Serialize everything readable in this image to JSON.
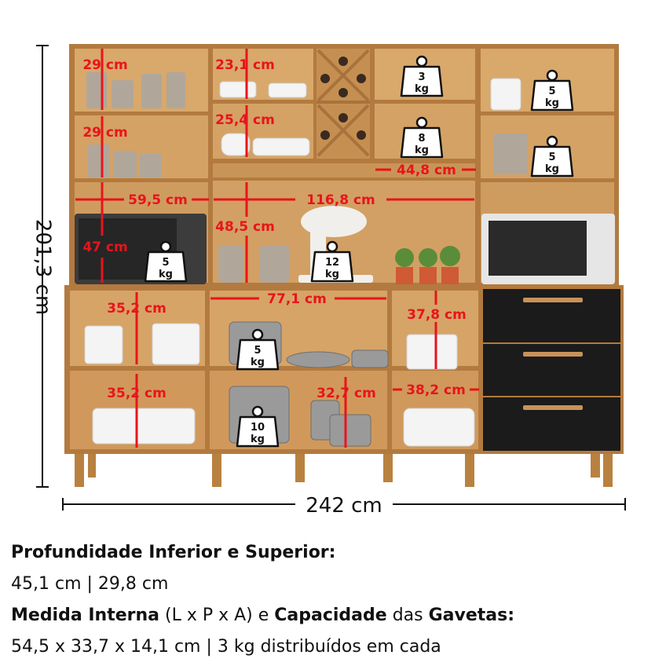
{
  "overall": {
    "height": "201,3 cm",
    "width": "242 cm"
  },
  "dimensions": {
    "d29a": "29 cm",
    "d231": "23,1 cm",
    "d29b": "29 cm",
    "d254": "25,4 cm",
    "d448": "44,8 cm",
    "d595": "59,5 cm",
    "d1168": "116,8 cm",
    "d485": "48,5 cm",
    "d47": "47 cm",
    "d352a": "35,2 cm",
    "d771": "77,1 cm",
    "d378": "37,8 cm",
    "d352b": "35,2 cm",
    "d327": "32,7 cm",
    "d382": "38,2 cm"
  },
  "weights": {
    "w3": {
      "num": "3",
      "unit": "kg"
    },
    "w5top": {
      "num": "5",
      "unit": "kg"
    },
    "w8": {
      "num": "8",
      "unit": "kg"
    },
    "w5mid": {
      "num": "5",
      "unit": "kg"
    },
    "w5micro": {
      "num": "5",
      "unit": "kg"
    },
    "w12": {
      "num": "12",
      "unit": "kg"
    },
    "w5low": {
      "num": "5",
      "unit": "kg"
    },
    "w10": {
      "num": "10",
      "unit": "kg"
    }
  },
  "info": {
    "depth_title": "Profundidade Inferior e Superior:",
    "depth_values": "45,1 cm | 29,8 cm",
    "measure_bold1": "Medida Interna",
    "measure_normal1": " (L x P x A)  e ",
    "measure_bold2": "Capacidade",
    "measure_normal2": " das ",
    "measure_bold3": "Gavetas:",
    "measure_values": "54,5 x 33,7 x 14,1 cm | 3 kg distribuídos em cada"
  },
  "colors": {
    "wood": "#c98f4f",
    "wood_dark": "#a8733b",
    "interior": "#d7a365",
    "drawer": "#1b1b1b",
    "dimension": "#e8141b",
    "handle": "#c8925a"
  }
}
